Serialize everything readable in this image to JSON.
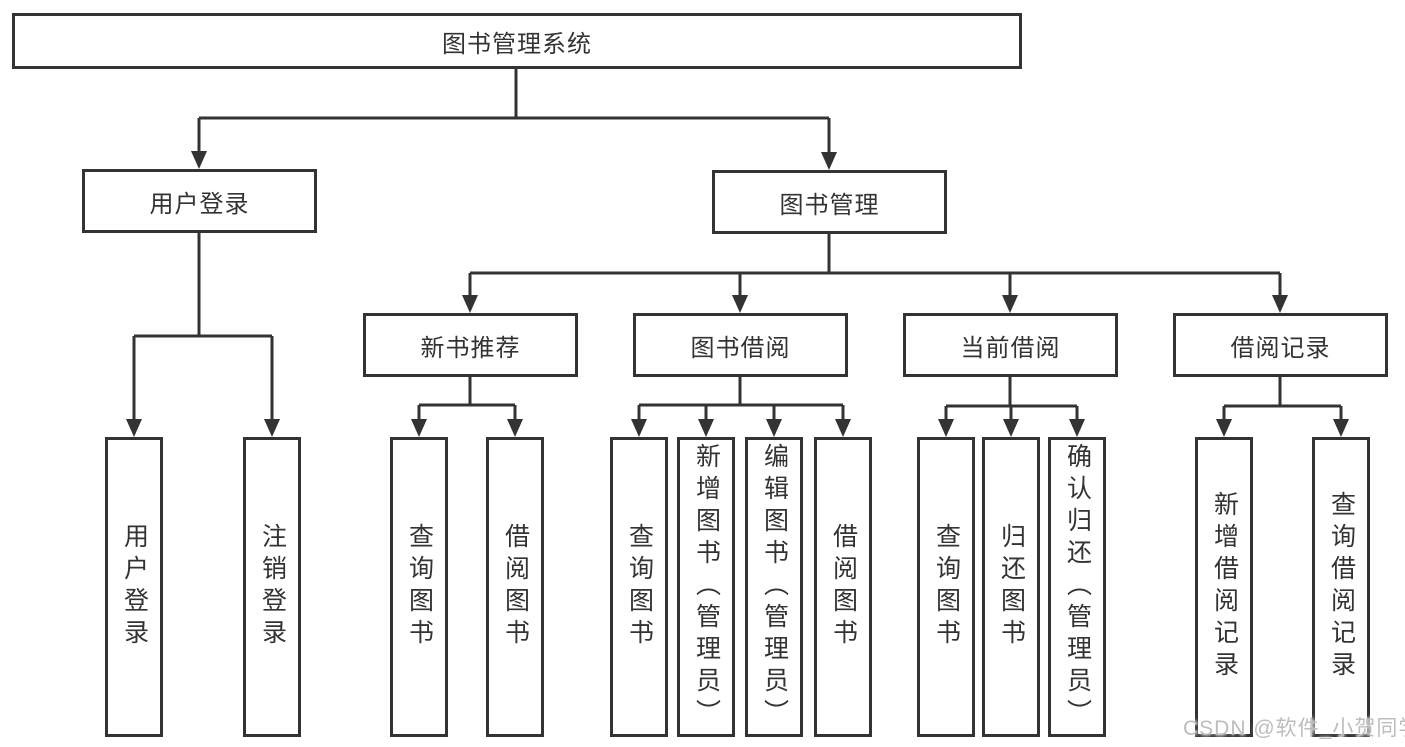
{
  "diagram": {
    "title": "图书管理系统",
    "level2": [
      {
        "id": "user-login",
        "label": "用户登录"
      },
      {
        "id": "book-management",
        "label": "图书管理"
      }
    ],
    "level3": [
      {
        "id": "new-book-recommend",
        "label": "新书推荐"
      },
      {
        "id": "book-borrow",
        "label": "图书借阅"
      },
      {
        "id": "current-borrow",
        "label": "当前借阅"
      },
      {
        "id": "borrow-records",
        "label": "借阅记录"
      }
    ],
    "leaves": {
      "user_login": [
        "用户登录",
        "注销登录"
      ],
      "new_book_recommend": [
        "查询图书",
        "借阅图书"
      ],
      "book_borrow": [
        "查询图书",
        "新增图书（管理员）",
        "编辑图书（管理员）",
        "借阅图书"
      ],
      "current_borrow": [
        "查询图书",
        "归还图书",
        "确认归还（管理员）"
      ],
      "borrow_records": [
        "新增借阅记录",
        "查询借阅记录"
      ]
    },
    "watermark": "CSDN @软件_小贺同学",
    "colors": {
      "line": "#333333",
      "box_border": "#333333",
      "text": "#333333",
      "background": "#ffffff",
      "watermark": "#bdbdbd"
    }
  }
}
